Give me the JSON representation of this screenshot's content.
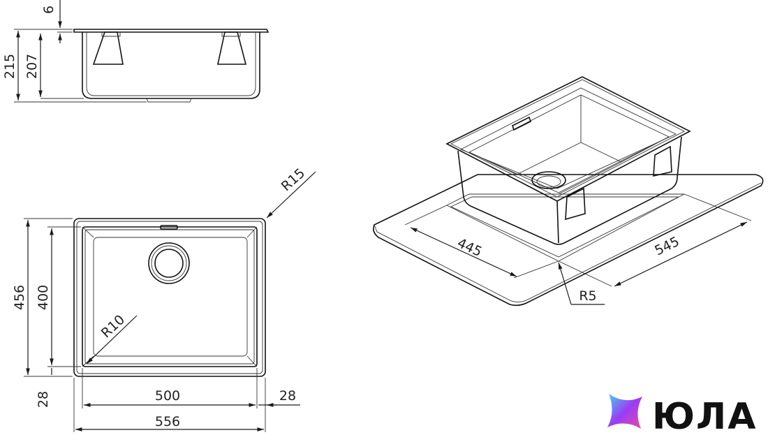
{
  "dimensions": {
    "top_gap": "6",
    "side_height_total": "215",
    "side_height_bowl": "207",
    "radius_outer": "R15",
    "radius_inner": "R10",
    "outer_height": "456",
    "inner_height": "400",
    "bottom_margin": "28",
    "right_margin": "28",
    "inner_width": "500",
    "outer_width": "556",
    "cutout_depth": "445",
    "cutout_width": "545",
    "corner_radius": "R5"
  },
  "logo": {
    "text": "ЮЛА",
    "icon": "ula-star-icon",
    "colors": {
      "cyan": "#3fd6f0",
      "purple": "#9b3cf5",
      "pink": "#e94aa8"
    }
  }
}
